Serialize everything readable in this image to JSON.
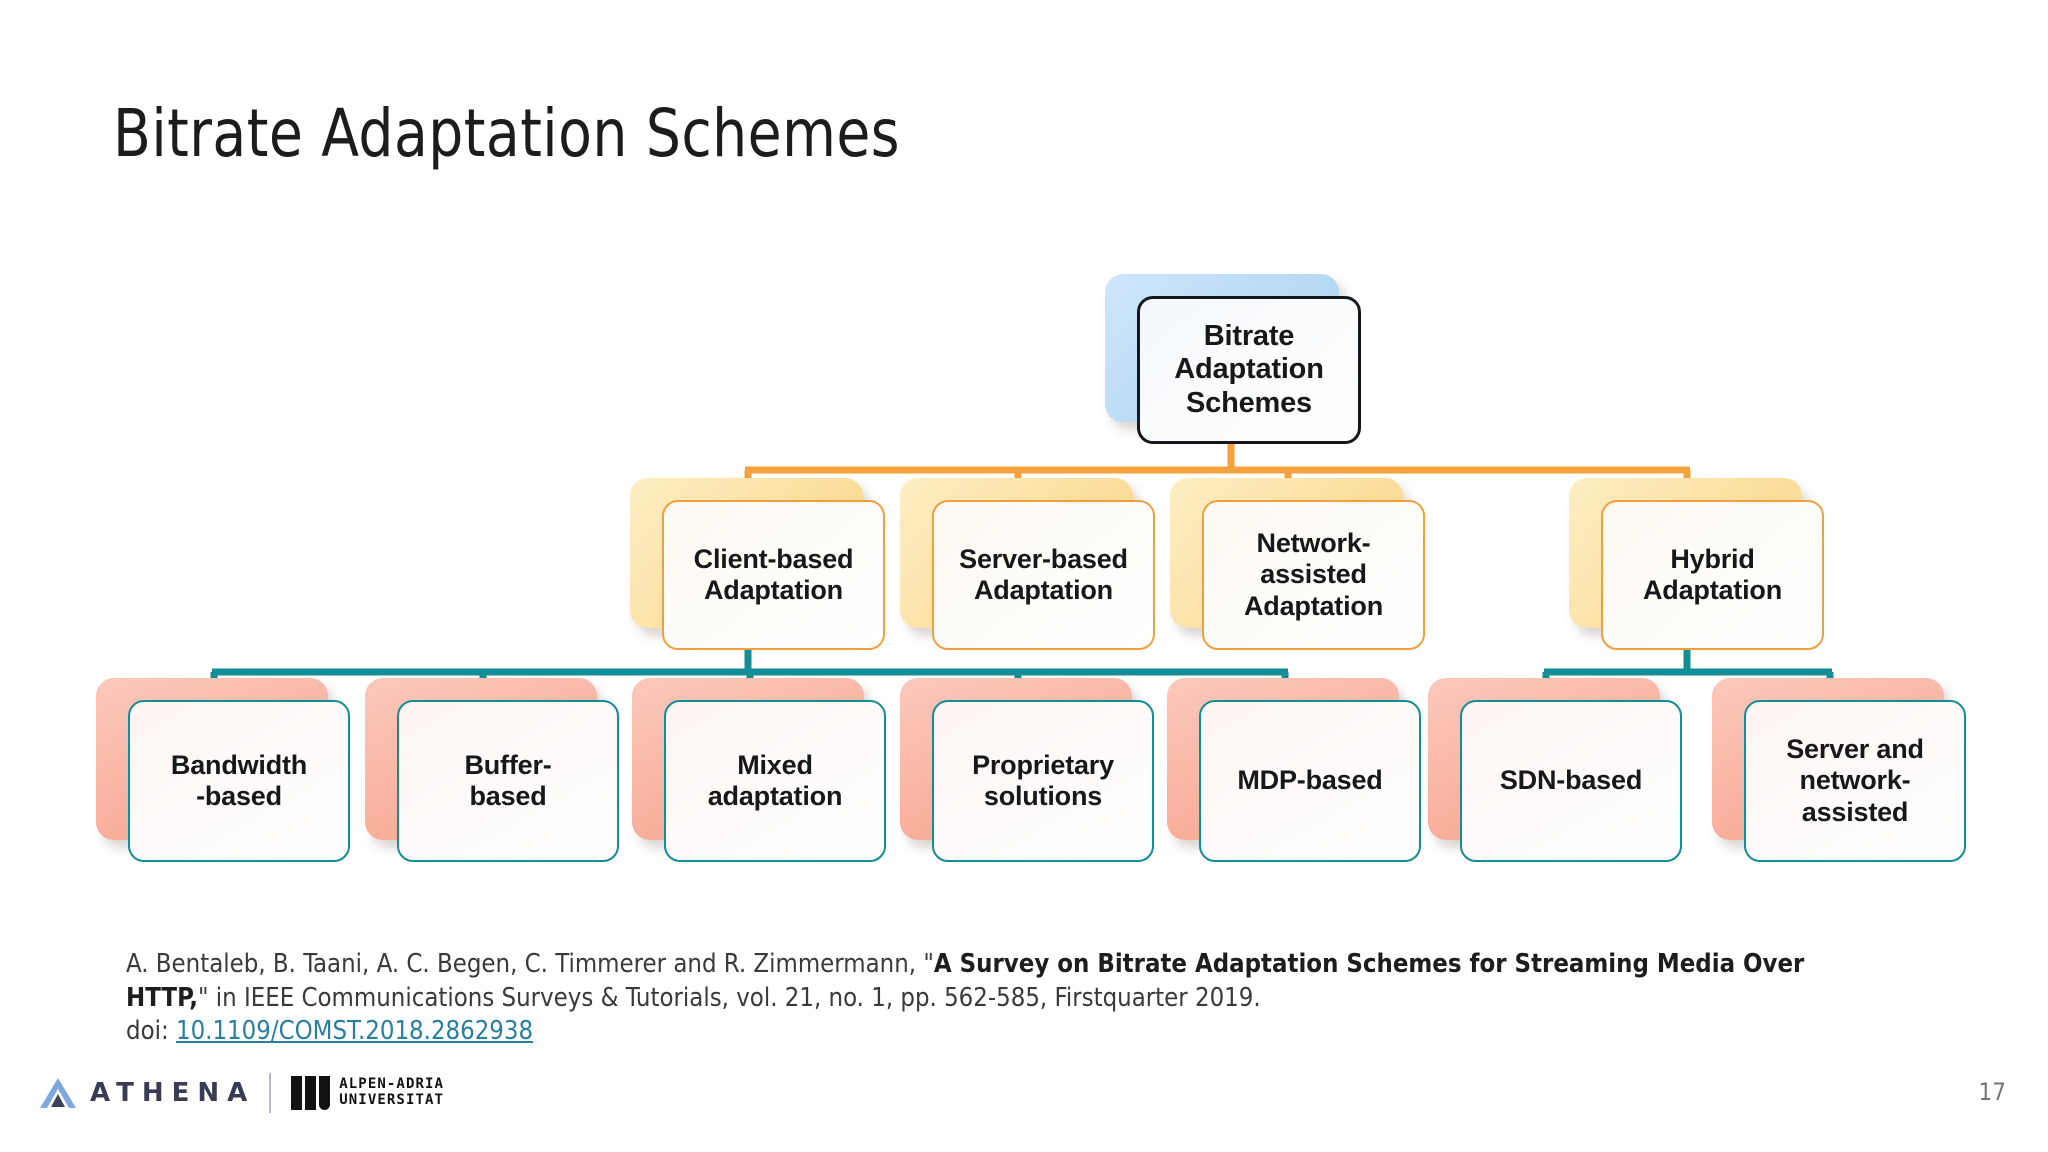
{
  "slide": {
    "title": "Bitrate Adaptation Schemes",
    "page_number": "17",
    "background_color": "#ffffff"
  },
  "colors": {
    "level1_border": "#14171c",
    "level1_shadow": "#bcdcf6",
    "level2_border": "#f3a03c",
    "level2_shadow": "#fbdf9f",
    "level3_border": "#128e96",
    "level3_shadow": "#f9b3a0",
    "connector_orange": "#f4a23e",
    "connector_teal": "#128e96",
    "doi_link": "#2a7fa0",
    "title_text": "#1c1c1c",
    "citation_text": "#3a3a3a"
  },
  "chart_data": {
    "type": "diagram",
    "subtype": "hierarchy-tree",
    "title": "Bitrate Adaptation Schemes",
    "levels": 3,
    "root": "Bitrate Adaptation Schemes",
    "nodes": [
      {
        "id": "root",
        "label": "Bitrate Adaptation Schemes",
        "level": 1,
        "parent": null
      },
      {
        "id": "client",
        "label": "Client-based Adaptation",
        "level": 2,
        "parent": "root"
      },
      {
        "id": "server",
        "label": "Server-based Adaptation",
        "level": 2,
        "parent": "root"
      },
      {
        "id": "network",
        "label": "Network-assisted Adaptation",
        "level": 2,
        "parent": "root"
      },
      {
        "id": "hybrid",
        "label": "Hybrid Adaptation",
        "level": 2,
        "parent": "root"
      },
      {
        "id": "bandwidth",
        "label": "Bandwidth -based",
        "level": 3,
        "parent": "client"
      },
      {
        "id": "buffer",
        "label": "Buffer- based",
        "level": 3,
        "parent": "client"
      },
      {
        "id": "mixed",
        "label": "Mixed adaptation",
        "level": 3,
        "parent": "client"
      },
      {
        "id": "proprietary",
        "label": "Proprietary solutions",
        "level": 3,
        "parent": "client"
      },
      {
        "id": "mdp",
        "label": "MDP-based",
        "level": 3,
        "parent": "client"
      },
      {
        "id": "sdn",
        "label": "SDN-based",
        "level": 3,
        "parent": "hybrid"
      },
      {
        "id": "servernet",
        "label": "Server and network-assisted",
        "level": 3,
        "parent": "hybrid"
      }
    ]
  },
  "tree": {
    "root": {
      "line1": "Bitrate",
      "line2": "Adaptation",
      "line3": "Schemes"
    },
    "level2": [
      {
        "line1": "Client-based",
        "line2": "Adaptation"
      },
      {
        "line1": "Server-based",
        "line2": "Adaptation"
      },
      {
        "line1": "Network-",
        "line2": "assisted",
        "line3": "Adaptation"
      },
      {
        "line1": "Hybrid",
        "line2": "Adaptation"
      }
    ],
    "level3": [
      {
        "line1": "Bandwidth",
        "line2": "-based"
      },
      {
        "line1": "Buffer-",
        "line2": "based"
      },
      {
        "line1": "Mixed",
        "line2": "adaptation"
      },
      {
        "line1": "Proprietary",
        "line2": "solutions"
      },
      {
        "line1": "MDP-based",
        "line2": ""
      },
      {
        "line1": "SDN-based",
        "line2": ""
      },
      {
        "line1": "Server and",
        "line2": "network-",
        "line3": "assisted"
      }
    ]
  },
  "citation": {
    "authors_prefix": "A. Bentaleb, B. Taani, A. C. Begen, C. Timmerer and R. Zimmermann, \"",
    "paper_title": "A Survey on Bitrate Adaptation Schemes for Streaming Media Over HTTP,",
    "venue_suffix": "\" in IEEE Communications Surveys & Tutorials, vol. 21, no. 1, pp. 562-585, Firstquarter 2019.",
    "doi_label": "doi: ",
    "doi_value": "10.1109/COMST.2018.2862938"
  },
  "footer": {
    "athena_name": "ATHENA",
    "aau_line1": "ALPEN-ADRIA",
    "aau_line2": "UNIVERSITAT"
  }
}
